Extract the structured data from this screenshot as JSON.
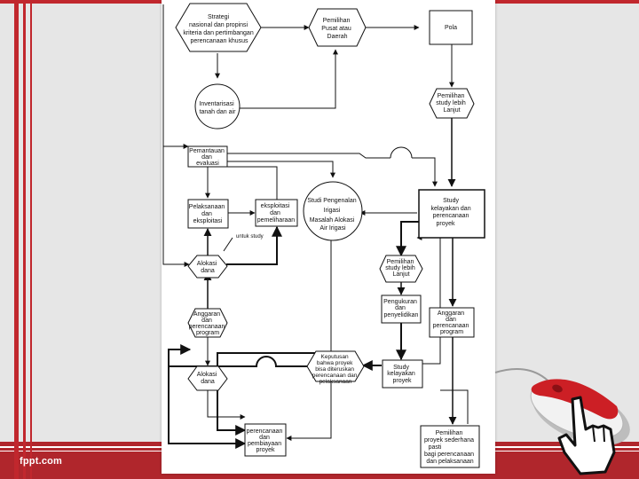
{
  "footer": {
    "label": "fppt.com"
  },
  "diagram": {
    "nodes": {
      "strategi": [
        "Strategi",
        "nasional dan propinsi",
        "kriteria dan pertimbangan",
        "perencanaan khusus"
      ],
      "pemilihan_pusat": [
        "Pemilihan",
        "Pusat atau",
        "Daerah"
      ],
      "pola": [
        "Pola"
      ],
      "inventarisasi": [
        "Inventarisasi",
        "tanah dan air"
      ],
      "pemilihan_study_lanjut_1": [
        "Pemilihan",
        "study lebih",
        "Lanjut"
      ],
      "pemantauan": [
        "Pemantauan",
        "dan",
        "evaluasi"
      ],
      "pelaksanaan": [
        "Pelaksanaan",
        "dan",
        "eksploitasi"
      ],
      "eksploitasi": [
        "eksploitasi",
        "dan",
        "pemeliharaan"
      ],
      "studi_pengenalan": [
        "Studi Pengenalan",
        "Irigasi",
        "Masalah Alokasi",
        "Air Irigasi"
      ],
      "study_kelayakan": [
        "Study",
        "kelayakan dan",
        "perencanaan",
        "proyek"
      ],
      "alokasi_dana_1": [
        "Alokasi",
        "dana"
      ],
      "untuk_study": [
        "untuk study"
      ],
      "pemilihan_study_lanjut_2": [
        "Pemilihan",
        "study lebih",
        "Lanjut"
      ],
      "pengukuran": [
        "Pengukuran",
        "dan",
        "penyelidikan"
      ],
      "anggaran_1": [
        "Anggaran",
        "dan",
        "perencanaan",
        "program"
      ],
      "anggaran_2": [
        "Anggaran",
        "dan",
        "perencanaan",
        "program"
      ],
      "keputusan": [
        "Keputusan",
        "bahwa proyek",
        "bisa diteruskan",
        "perencanaan dan",
        "pelaksanaan"
      ],
      "study_kelayakan_2": [
        "Study",
        "kelayakan",
        "proyek"
      ],
      "alokasi_dana_2": [
        "Alokasi",
        "dana"
      ],
      "perencanaan_pembiayaan": [
        "perencanaan",
        "dan",
        "pembiayaan",
        "proyek"
      ],
      "pemilihan_proyek": [
        "Pemilihan",
        "proyek sederhana",
        "pasti",
        "bagi perencanaan",
        "dan  pelaksanaan"
      ]
    }
  }
}
